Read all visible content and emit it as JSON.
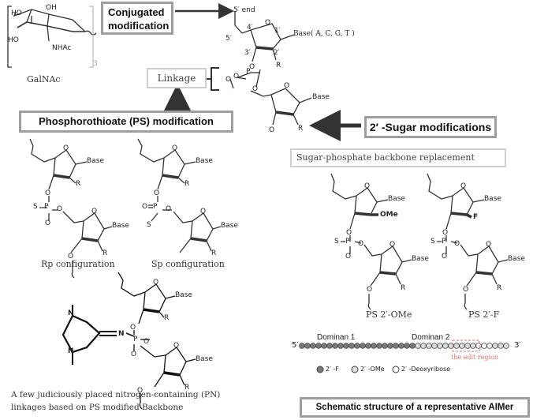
{
  "labels": {
    "conjugated": "Conjugated modification",
    "conjugated_line1": "Conjugated",
    "conjugated_line2": "modification",
    "linkage": "Linkage",
    "ps_mod": "Phosphorothioate  (PS)  modification",
    "sugar_mod": "2′  -Sugar modifications",
    "backbone": "Sugar-phosphate backbone replacement",
    "rp": "Rp configuration",
    "sp": "Sp configuration",
    "ps_ome": "PS 2′-OMe",
    "ps_f": "PS 2′-F",
    "pn_line1": "A few judiciously placed nitrogen-containing (PN)",
    "pn_line2": "linkages based on PS modified Backbone",
    "schematic": "Schematic structure of a representative AIMer",
    "galnac": "GalNAc",
    "sub3": "3"
  },
  "chem": {
    "ho1": "HO",
    "oh": "OH",
    "ho2": "HO",
    "nhac": "NHAc",
    "five_end": "5′ end",
    "five_p": "5′",
    "four_p": "4′",
    "one_p": "1′",
    "three_p": "3′",
    "two_p": "2′",
    "base_full": "Base( A, C, G, T )",
    "base": "Base",
    "O": "O",
    "R": "R",
    "P": "P",
    "S": "S",
    "N": "N",
    "OMe": "OMe",
    "F": "F"
  },
  "schematic": {
    "five": "5′",
    "three": "3′",
    "domain1": "Dominan 1",
    "domain2": "Dominan 2",
    "edit_region": "the edit region",
    "pattern": [
      "F",
      "F",
      "F",
      "F",
      "F",
      "F",
      "F",
      "F",
      "F",
      "F",
      "F",
      "F",
      "F",
      "F",
      "F",
      "F",
      "F",
      "F",
      "F",
      "F",
      "F",
      "OMe",
      "OMe",
      "OMe",
      "OMe",
      "OMe",
      "OMe",
      "OMe",
      "OMe",
      "OMe",
      "OMe",
      "OMe",
      "D",
      "D",
      "D",
      "OMe",
      "OMe",
      "OMe"
    ],
    "legend": [
      {
        "key": "F",
        "label": "2′ -F"
      },
      {
        "key": "OMe",
        "label": "2′ -OMe"
      },
      {
        "key": "D",
        "label": "2′ -Deoxyribose"
      }
    ],
    "colors": {
      "F": "#7a7a7a",
      "OMe": "#dcdcdc",
      "D": "#ffffff",
      "edit": "#e07070"
    }
  }
}
